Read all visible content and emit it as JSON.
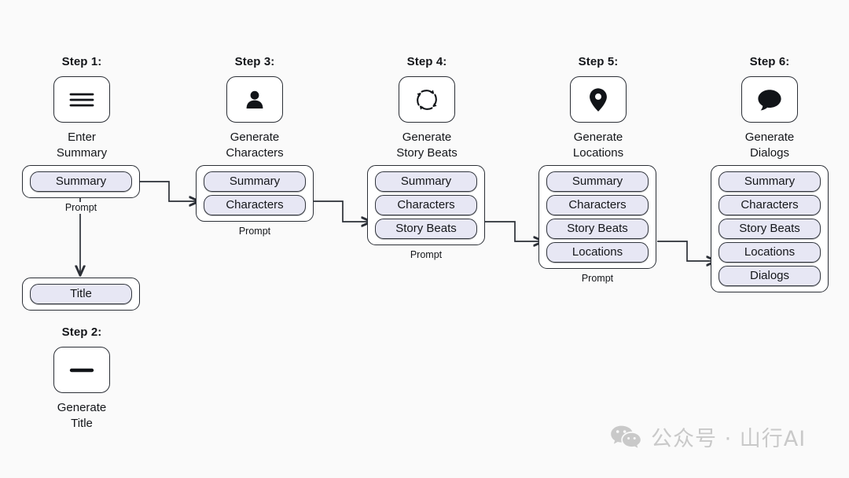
{
  "canvas": {
    "background": "#fafafa",
    "stroke": "#2b2f36",
    "chip_fill": "#e7e7f4",
    "chip_stroke": "#31353d",
    "card_fill": "#ffffff",
    "watermark_color": "#c9c9c9"
  },
  "prompt_caption": "Prompt",
  "steps": [
    {
      "label": "Step 1:",
      "icon": "hamburger-lines-icon",
      "caption_line1": "Enter",
      "caption_line2": "Summary"
    },
    {
      "label": "Step 2:",
      "icon": "single-line-icon",
      "caption_line1": "Generate",
      "caption_line2": "Title"
    },
    {
      "label": "Step 3:",
      "icon": "person-icon",
      "caption_line1": "Generate",
      "caption_line2": "Characters"
    },
    {
      "label": "Step 4:",
      "icon": "cycle-arrows-icon",
      "caption_line1": "Generate",
      "caption_line2": "Story Beats"
    },
    {
      "label": "Step 5:",
      "icon": "map-pin-icon",
      "caption_line1": "Generate",
      "caption_line2": "Locations"
    },
    {
      "label": "Step 6:",
      "icon": "speech-bubble-icon",
      "caption_line1": "Generate",
      "caption_line2": "Dialogs"
    }
  ],
  "prompts": [
    {
      "id": "prompt-step1",
      "caption": "Prompt",
      "chips": [
        "Summary"
      ]
    },
    {
      "id": "prompt-title",
      "caption": "",
      "chips": [
        "Title"
      ]
    },
    {
      "id": "prompt-step3",
      "caption": "Prompt",
      "chips": [
        "Summary",
        "Characters"
      ]
    },
    {
      "id": "prompt-step4",
      "caption": "Prompt",
      "chips": [
        "Summary",
        "Characters",
        "Story Beats"
      ]
    },
    {
      "id": "prompt-step5",
      "caption": "Prompt",
      "chips": [
        "Summary",
        "Characters",
        "Story Beats",
        "Locations"
      ]
    },
    {
      "id": "prompt-step6",
      "caption": "",
      "chips": [
        "Summary",
        "Characters",
        "Story Beats",
        "Locations",
        "Dialogs"
      ]
    }
  ],
  "chip_labels": {
    "summary": "Summary",
    "title": "Title",
    "characters": "Characters",
    "story_beats": "Story Beats",
    "locations": "Locations",
    "dialogs": "Dialogs"
  },
  "watermark": {
    "icon": "wechat-icon",
    "text": "公众号 · 山行AI"
  }
}
